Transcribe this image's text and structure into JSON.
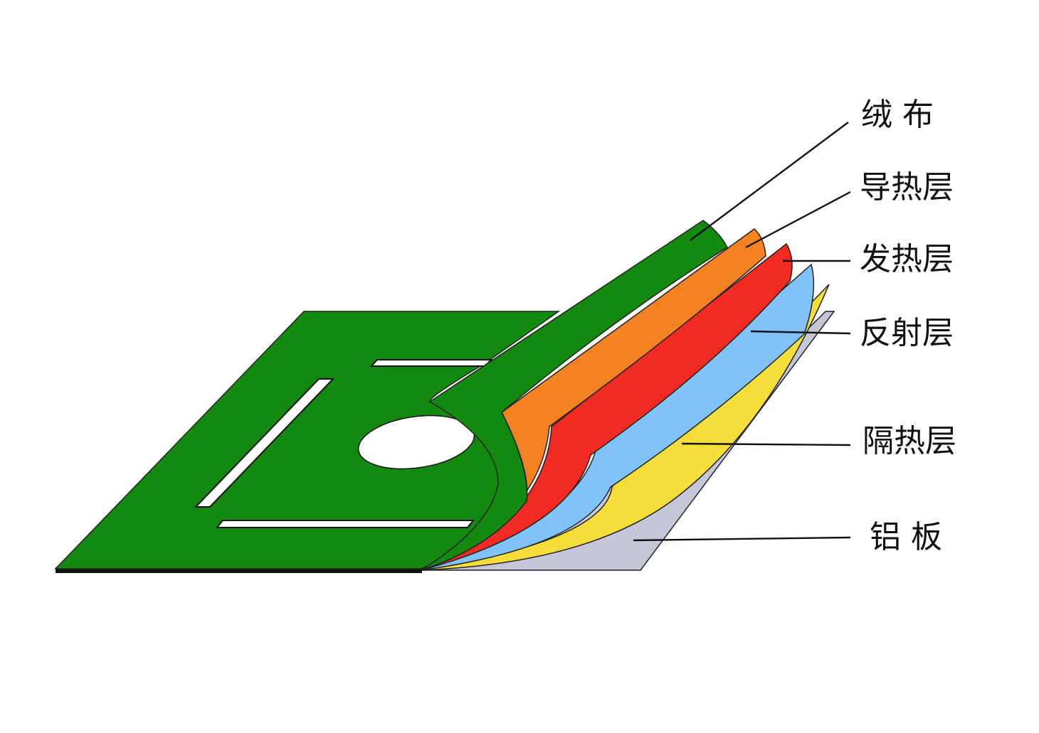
{
  "layers": [
    {
      "label": "绒 布",
      "color": "#138a0f"
    },
    {
      "label": "导热层",
      "color": "#f58220"
    },
    {
      "label": "发热层",
      "color": "#f32a22"
    },
    {
      "label": "反射层",
      "color": "#7fc3f8"
    },
    {
      "label": "隔热层",
      "color": "#f6de3a"
    },
    {
      "label": "铝 板",
      "color": "#c5c7d9"
    }
  ]
}
